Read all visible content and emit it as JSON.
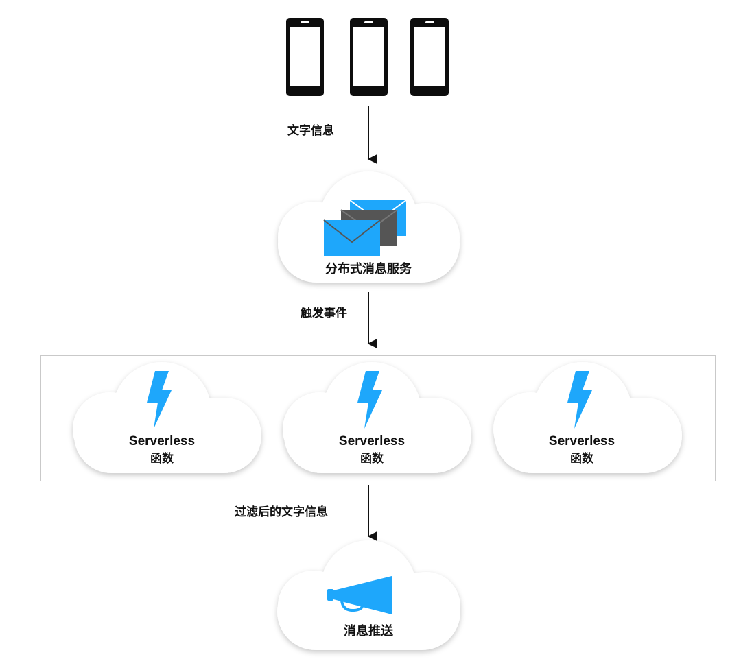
{
  "colors": {
    "accent_blue": "#1ea7fb",
    "phone_black": "#0d0d0d",
    "envelope_gray": "#555555",
    "arrow": "#111111",
    "box_border": "#c9c9c9"
  },
  "devices": [
    {
      "icon": "smartphone-icon"
    },
    {
      "icon": "smartphone-icon"
    },
    {
      "icon": "smartphone-icon"
    }
  ],
  "flows": {
    "devices_to_mq": "文字信息",
    "mq_to_functions": "触发事件",
    "functions_to_push": "过滤后的文字信息"
  },
  "mq_node": {
    "label": "分布式消息服务",
    "icon": "envelope-icon"
  },
  "functions": [
    {
      "title": "Serverless",
      "subtitle": "函数",
      "icon": "lightning-icon"
    },
    {
      "title": "Serverless",
      "subtitle": "函数",
      "icon": "lightning-icon"
    },
    {
      "title": "Serverless",
      "subtitle": "函数",
      "icon": "lightning-icon"
    }
  ],
  "push_node": {
    "label": "消息推送",
    "icon": "megaphone-icon"
  }
}
